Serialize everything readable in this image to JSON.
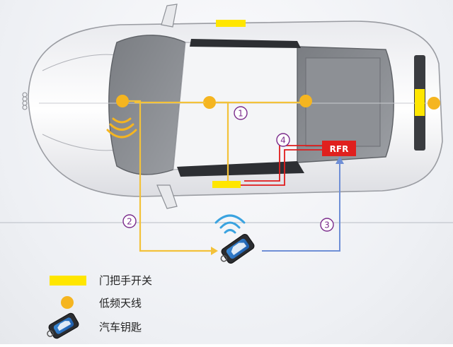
{
  "callouts": {
    "c1": "1",
    "c2": "2",
    "c3": "3",
    "c4": "4"
  },
  "rfr_label": "RFR",
  "legend": {
    "door_switch": "门把手开关",
    "lf_antenna": "低频天线",
    "car_key": "汽车钥匙"
  },
  "colors": {
    "switch_yellow": "#ffe600",
    "antenna_orange": "#f5b520",
    "line_yellow": "#f3c23a",
    "line_blue": "#6f8fd6",
    "line_red": "#e01c1c",
    "rfr_red": "#e0201e",
    "callout_purple": "#7b2c8c"
  },
  "icons": {
    "wifi": "wifi-icon",
    "key": "car-key-icon",
    "signal": "signal-waves-icon"
  }
}
